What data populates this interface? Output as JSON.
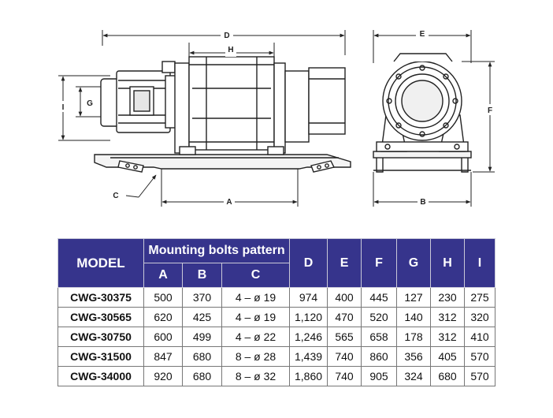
{
  "drawing": {
    "dimension_labels": {
      "D": "D",
      "H": "H",
      "I": "I",
      "G": "G",
      "C": "C",
      "A": "A",
      "E": "E",
      "F": "F",
      "B": "B"
    }
  },
  "table": {
    "model_header": "MODEL",
    "mounting_header": "Mounting bolts pattern",
    "sub_headers": [
      "A",
      "B",
      "C"
    ],
    "col_headers": [
      "D",
      "E",
      "F",
      "G",
      "H",
      "I"
    ],
    "rows": [
      {
        "model": "CWG-30375",
        "a": "500",
        "b": "370",
        "c": "4 –  ø 19",
        "d": "974",
        "e": "400",
        "f": "445",
        "g": "127",
        "h": "230",
        "i": "275"
      },
      {
        "model": "CWG-30565",
        "a": "620",
        "b": "425",
        "c": "4 –  ø 19",
        "d": "1,120",
        "e": "470",
        "f": "520",
        "g": "140",
        "h": "312",
        "i": "320"
      },
      {
        "model": "CWG-30750",
        "a": "600",
        "b": "499",
        "c": "4 –  ø 22",
        "d": "1,246",
        "e": "565",
        "f": "658",
        "g": "178",
        "h": "312",
        "i": "410"
      },
      {
        "model": "CWG-31500",
        "a": "847",
        "b": "680",
        "c": "8 –  ø 28",
        "d": "1,439",
        "e": "740",
        "f": "860",
        "g": "356",
        "h": "405",
        "i": "570"
      },
      {
        "model": "CWG-34000",
        "a": "920",
        "b": "680",
        "c": "8 –  ø 32",
        "d": "1,860",
        "e": "740",
        "f": "905",
        "g": "324",
        "h": "680",
        "i": "570"
      }
    ]
  }
}
